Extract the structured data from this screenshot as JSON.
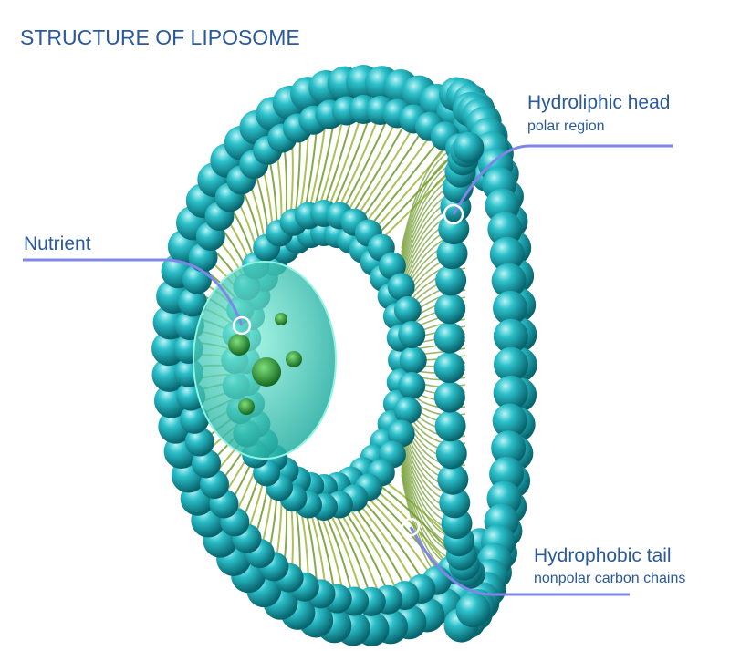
{
  "title": "STRUCTURE OF LIPOSOME",
  "labels": {
    "head": {
      "title": "Hydroliphic head",
      "subtitle": "polar region"
    },
    "nutrient": {
      "title": "Nutrient"
    },
    "tail": {
      "title": "Hydrophobic tail",
      "subtitle": "nonpolar carbon chains"
    }
  },
  "colors": {
    "text": "#2a5a9c",
    "callout": "#7f86e8",
    "bead": "#1fb3bd",
    "bead_dark": "#0a6f78",
    "tail": "#6f9a2c",
    "nutrient": "#1f8a2a"
  }
}
